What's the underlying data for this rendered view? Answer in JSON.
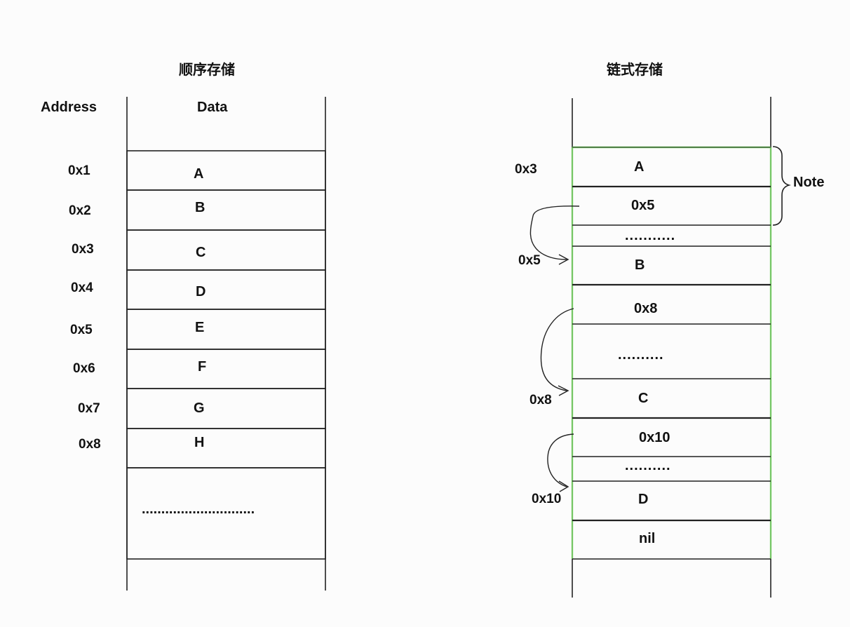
{
  "sequential": {
    "title": "顺序存储",
    "address_header": "Address",
    "data_header": "Data",
    "rows": [
      {
        "address": "0x1",
        "data": "A"
      },
      {
        "address": "0x2",
        "data": "B"
      },
      {
        "address": "0x3",
        "data": "C"
      },
      {
        "address": "0x4",
        "data": "D"
      },
      {
        "address": "0x5",
        "data": "E"
      },
      {
        "address": "0x6",
        "data": "F"
      },
      {
        "address": "0x7",
        "data": "G"
      },
      {
        "address": "0x8",
        "data": "H"
      }
    ],
    "ellipsis": "............................."
  },
  "linked": {
    "title": "链式存储",
    "note_label": "Note",
    "nodes": [
      {
        "address": "0x3",
        "data": "A",
        "next": "0x5"
      },
      {
        "address": "0x5",
        "data": "B",
        "next": "0x8"
      },
      {
        "address": "0x8",
        "data": "C",
        "next": "0x10"
      },
      {
        "address": "0x10",
        "data": "D",
        "next": "nil"
      }
    ],
    "gaps": [
      "...........",
      "..........",
      ".........."
    ]
  },
  "colors": {
    "line": "#222222",
    "highlight": "#7ddc6a"
  }
}
